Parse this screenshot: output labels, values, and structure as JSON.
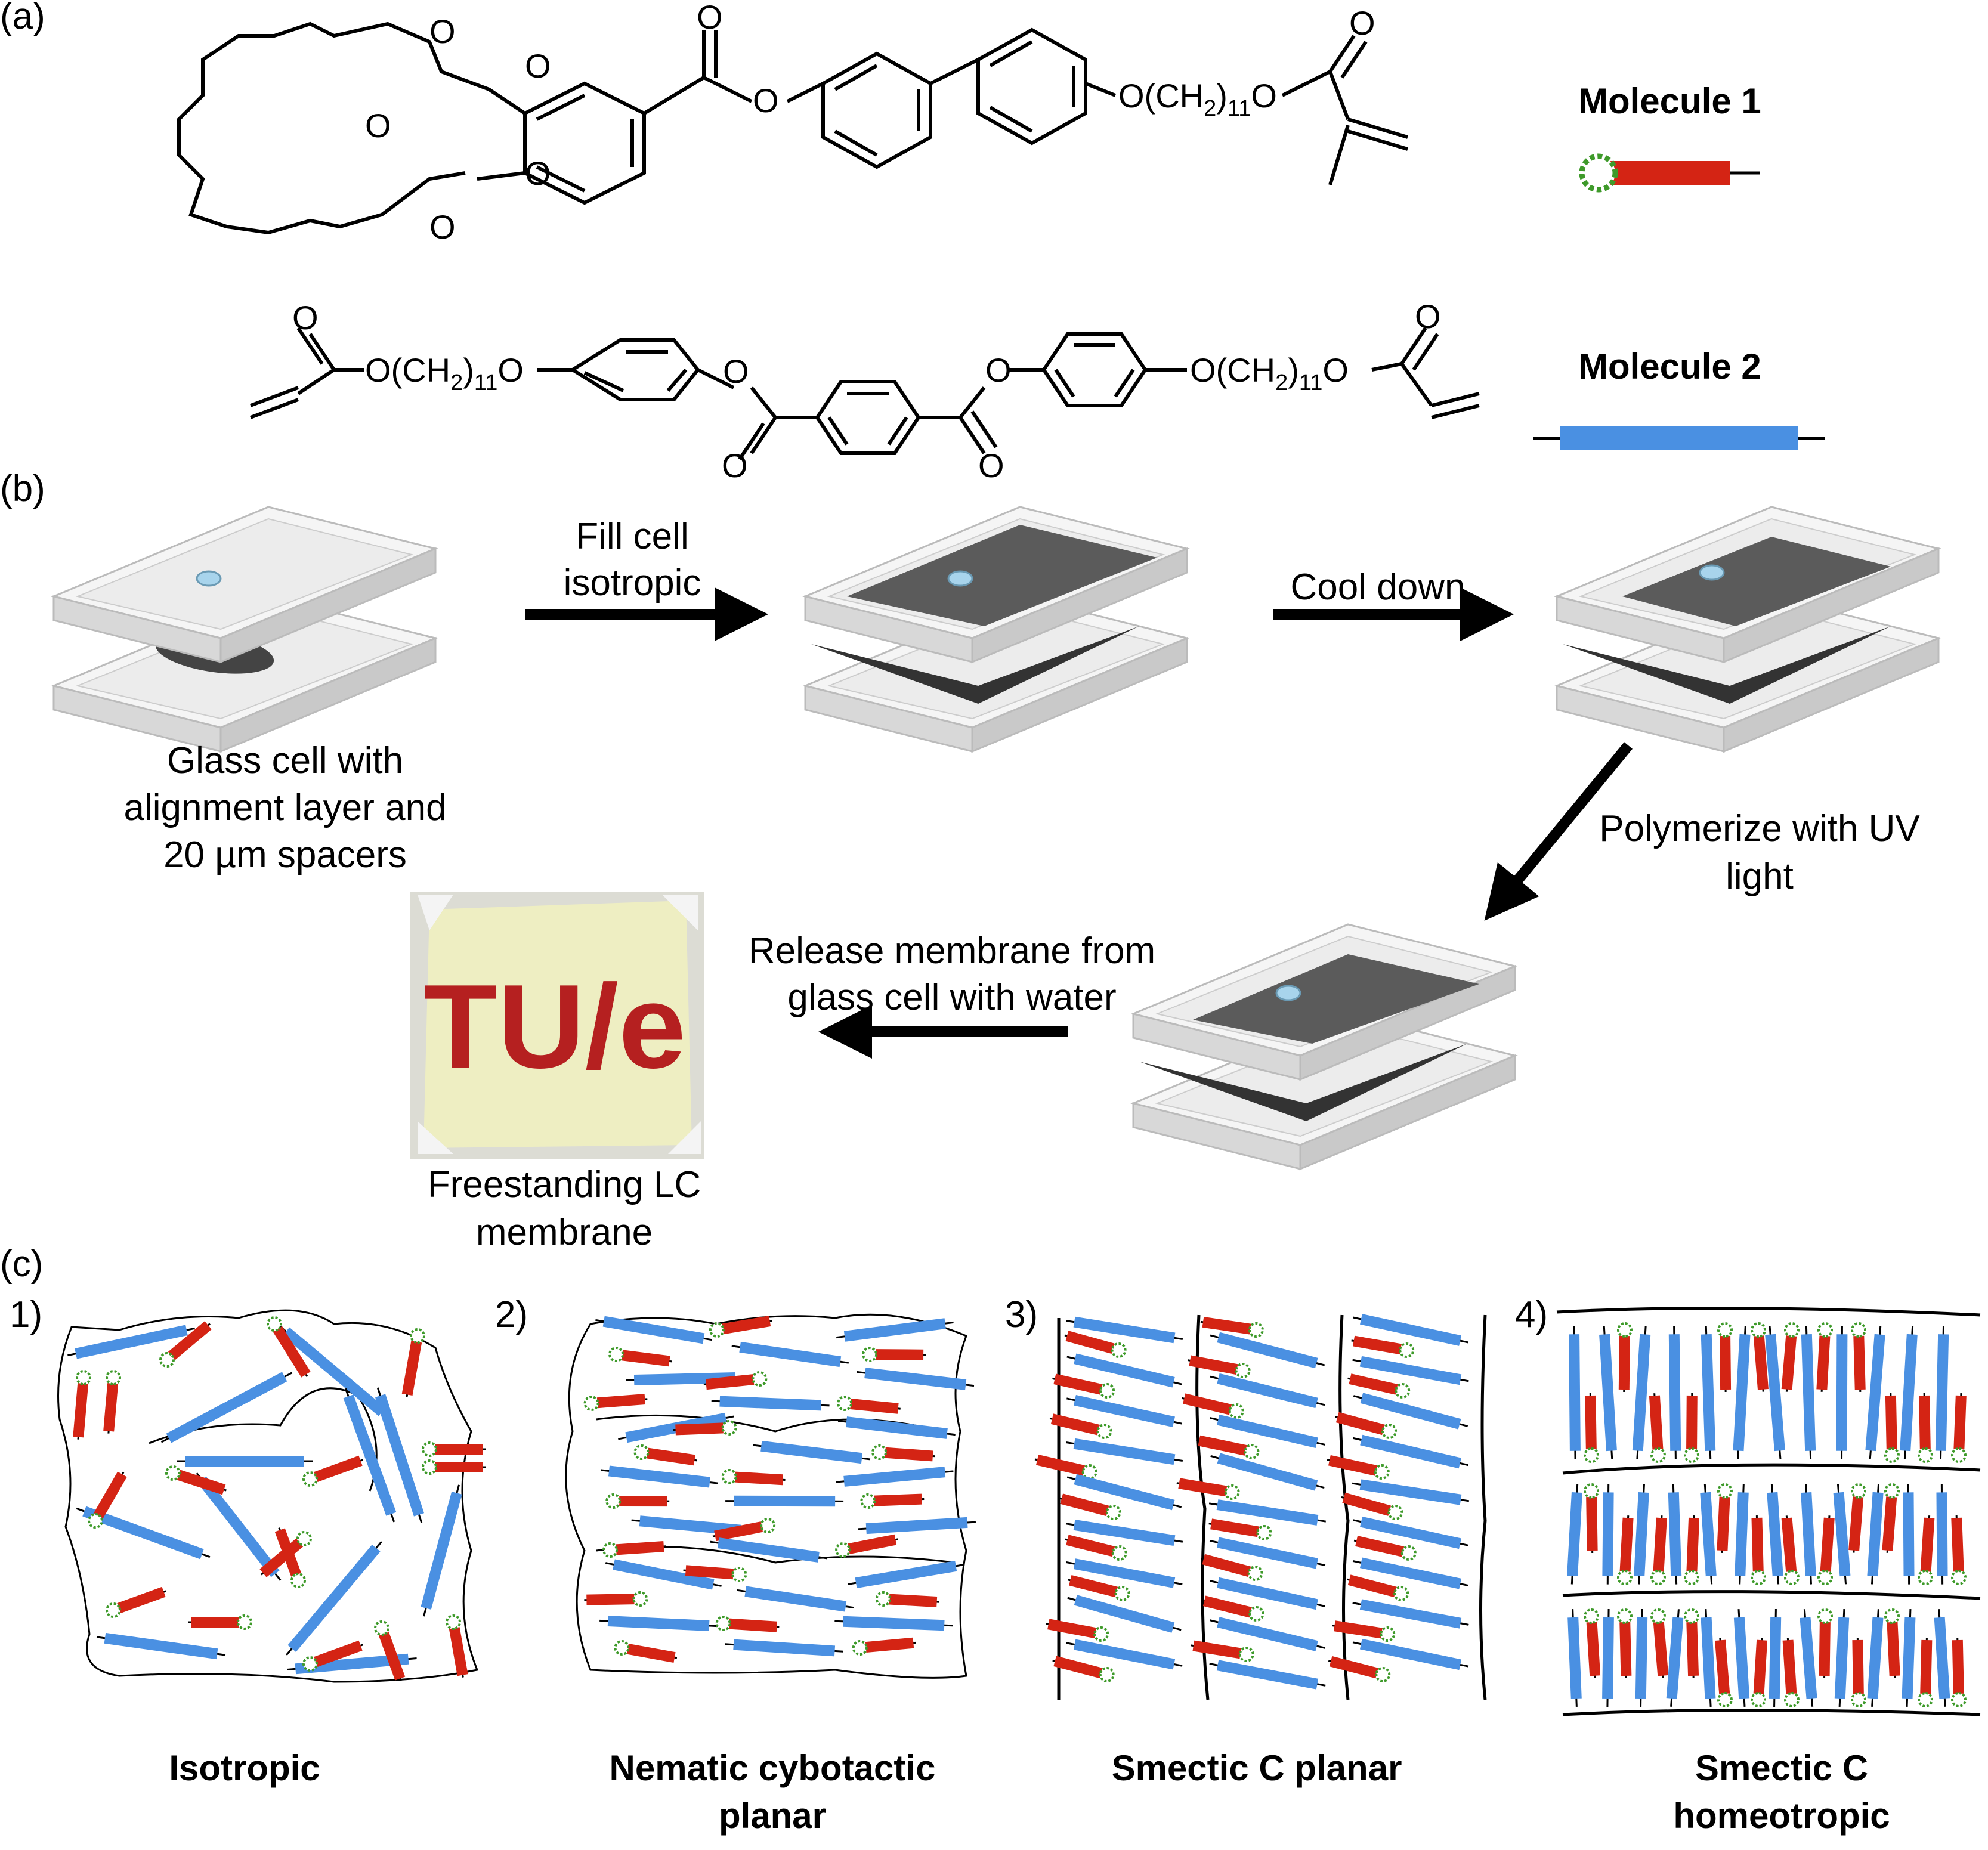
{
  "panel_labels": {
    "a": "(a)",
    "b": "(b)",
    "c": "(c)"
  },
  "molecules": {
    "m1_label": "Molecule 1",
    "m2_label": "Molecule 2",
    "chain_o": "O(CH",
    "chain_2": "2",
    "chain_mid": ")",
    "chain_11": "11",
    "chain_end": "O",
    "atom_o": "O"
  },
  "process": {
    "step1_caption": [
      "Glass cell with",
      "alignment layer and",
      "20 µm spacers"
    ],
    "arrow1": [
      "Fill cell",
      "isotropic"
    ],
    "arrow2": "Cool down",
    "arrow3": [
      "Polymerize with UV",
      "light"
    ],
    "arrow4": [
      "Release membrane from",
      "glass cell with water"
    ],
    "membrane_caption": [
      "Freestanding LC",
      "membrane"
    ],
    "logo_text": "TU/e"
  },
  "phases": [
    {
      "number": "1)",
      "name": [
        "Isotropic"
      ]
    },
    {
      "number": "2)",
      "name": [
        "Nematic cybotactic",
        "planar"
      ]
    },
    {
      "number": "3)",
      "name": [
        "Smectic C planar"
      ]
    },
    {
      "number": "4)",
      "name": [
        "Smectic C",
        "homeotropic"
      ]
    }
  ],
  "colors": {
    "molecule1": "#d42414",
    "molecule2": "#4a90e2",
    "crown": "#3e9a2a",
    "glass": "#e6e6e6",
    "lc_fill": "#5b5b5b",
    "membrane": "#eeeec2",
    "logo": "#b52020"
  }
}
